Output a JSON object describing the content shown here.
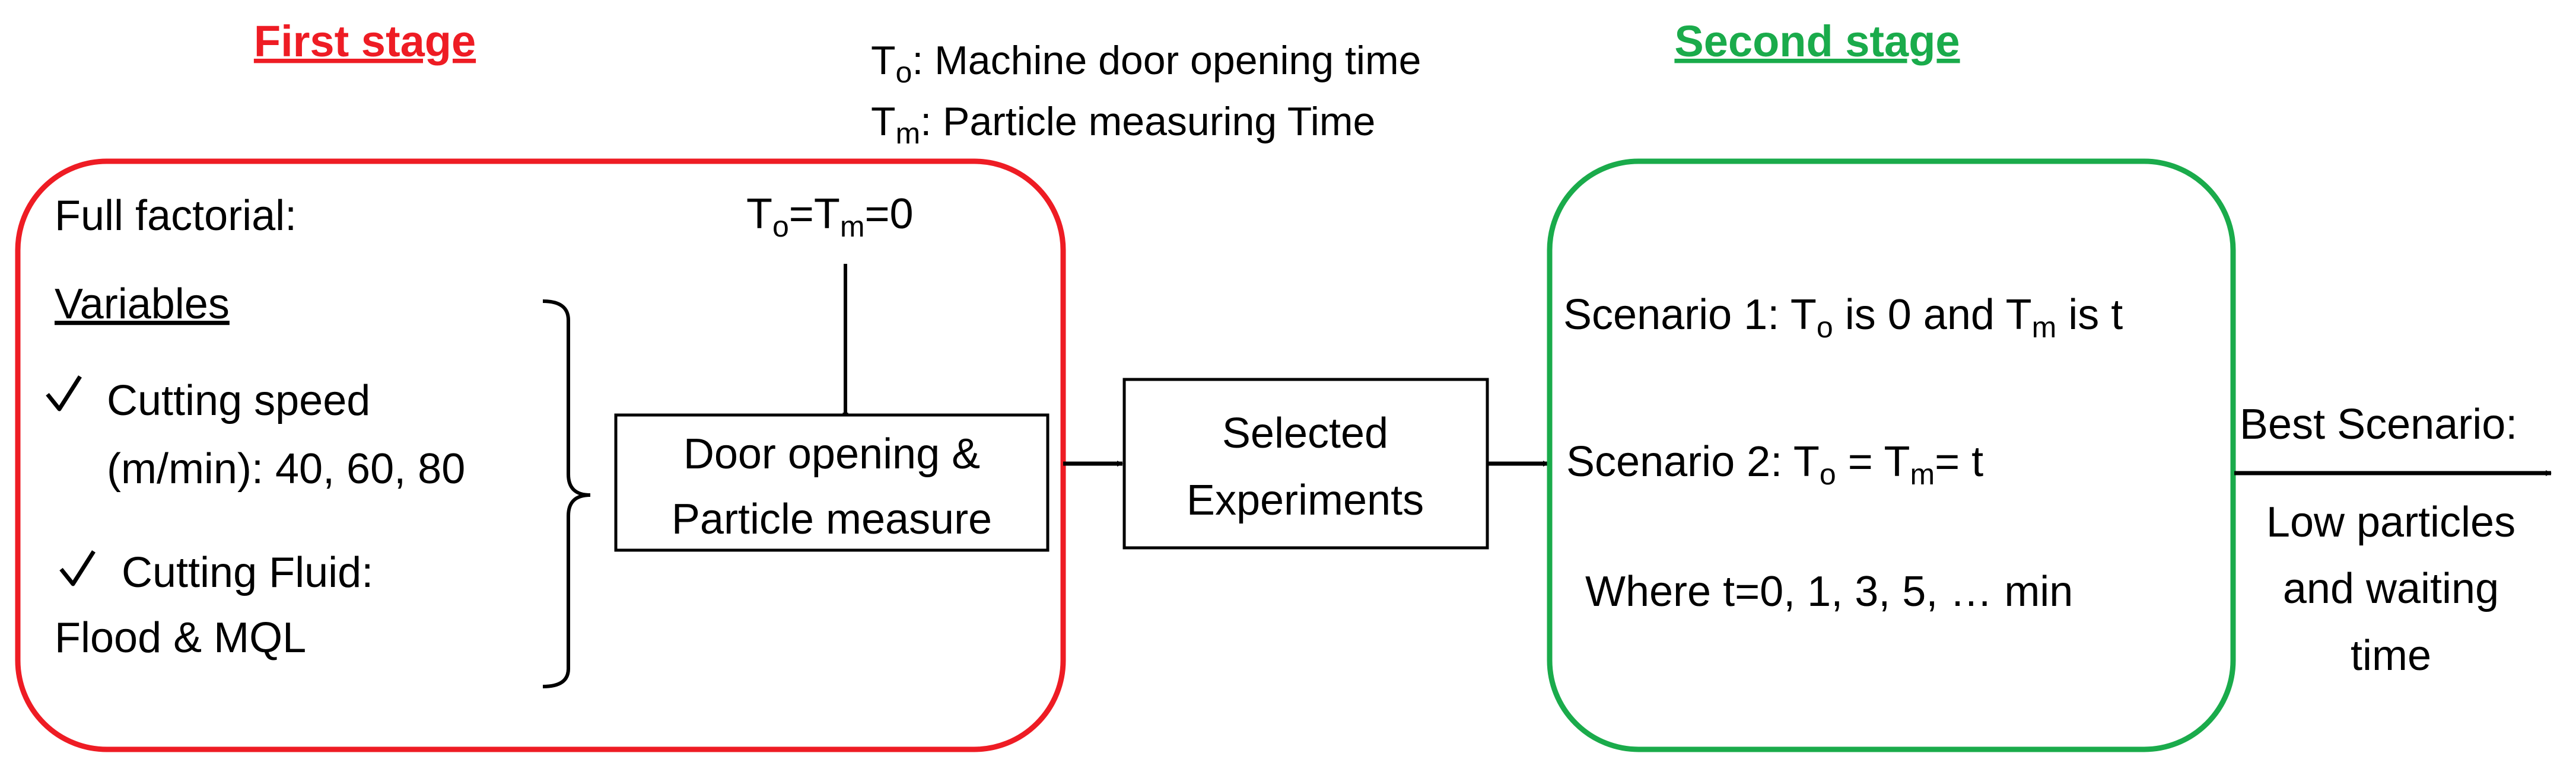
{
  "stages": {
    "first": {
      "title": "First stage",
      "color": "#ee1c24"
    },
    "second": {
      "title": "Second stage",
      "color": "#1aab4b"
    }
  },
  "legend": {
    "to_symbol": "T",
    "to_sub": "o",
    "to_desc": ": Machine door opening time",
    "tm_symbol": "T",
    "tm_sub": "m",
    "tm_desc": ": Particle measuring Time"
  },
  "first_box": {
    "heading": "Full factorial:",
    "condition": {
      "a": "T",
      "a_sub": "o",
      "eq1": "=",
      "b": "T",
      "b_sub": "m",
      "eq2": "=0"
    },
    "variables_label": "Variables",
    "check_icon": "check-mark",
    "var1_line1": "Cutting speed",
    "var1_line2": "(m/min): 40, 60, 80",
    "var2_line1": "Cutting Fluid:",
    "var2_line2": "Flood & MQL",
    "process_line1": "Door opening &",
    "process_line2": "Particle measure"
  },
  "middle_box": {
    "line1": "Selected",
    "line2": "Experiments"
  },
  "second_box": {
    "s1_prefix": "Scenario 1: ",
    "s1_T": "T",
    "s1_T_sub": "o",
    "s1_mid": " is 0 and ",
    "s1_T2": "T",
    "s1_T2_sub": "m",
    "s1_end": " is t",
    "s2_prefix": "Scenario 2: ",
    "s2_T": "T",
    "s2_T_sub": "o",
    "s2_mid": " = ",
    "s2_T2": "T",
    "s2_T2_sub": "m",
    "s2_end": "= t",
    "where": "Where t=0, 1, 3, 5, … min"
  },
  "outcome": {
    "label": "Best Scenario:",
    "line1": "Low particles",
    "line2": "and waiting",
    "line3": "time"
  }
}
